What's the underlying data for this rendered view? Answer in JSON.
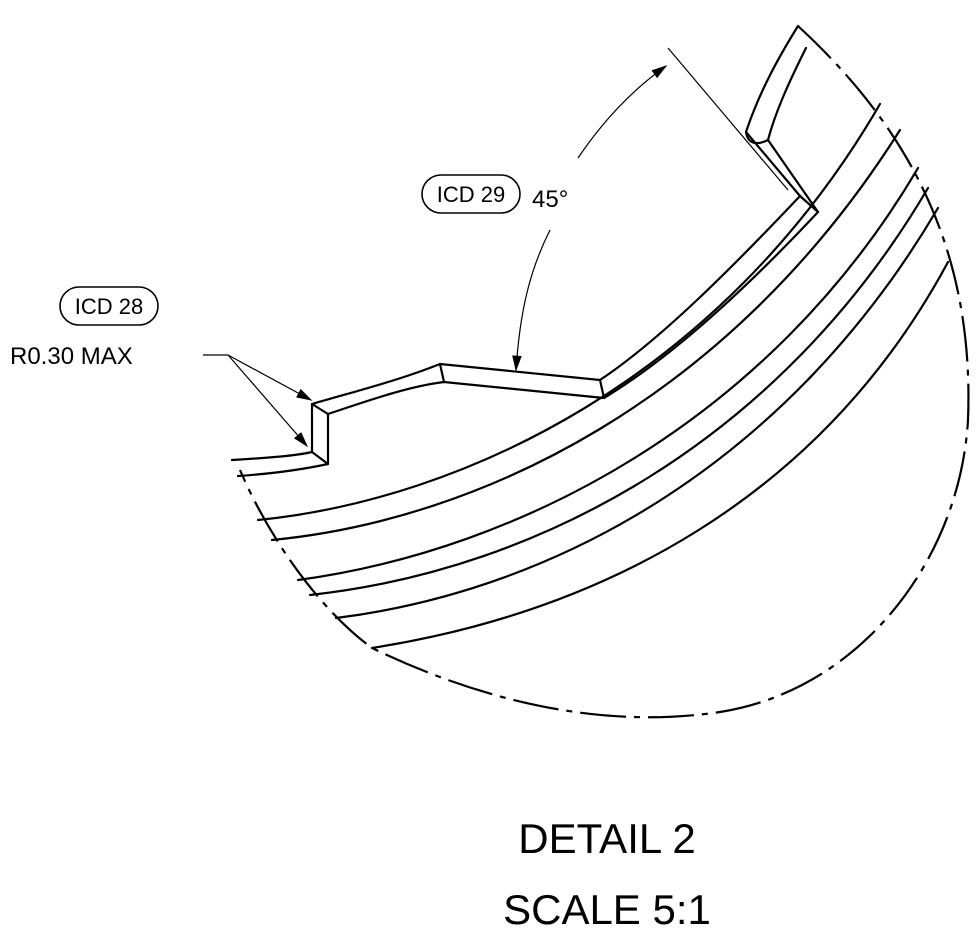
{
  "callouts": {
    "icd_upper": "ICD 29",
    "icd_lower": "ICD 28"
  },
  "dimensions": {
    "angle": "45°",
    "radius_note": "R0.30 MAX"
  },
  "title": {
    "detail": "DETAIL 2",
    "scale": "SCALE 5:1"
  }
}
